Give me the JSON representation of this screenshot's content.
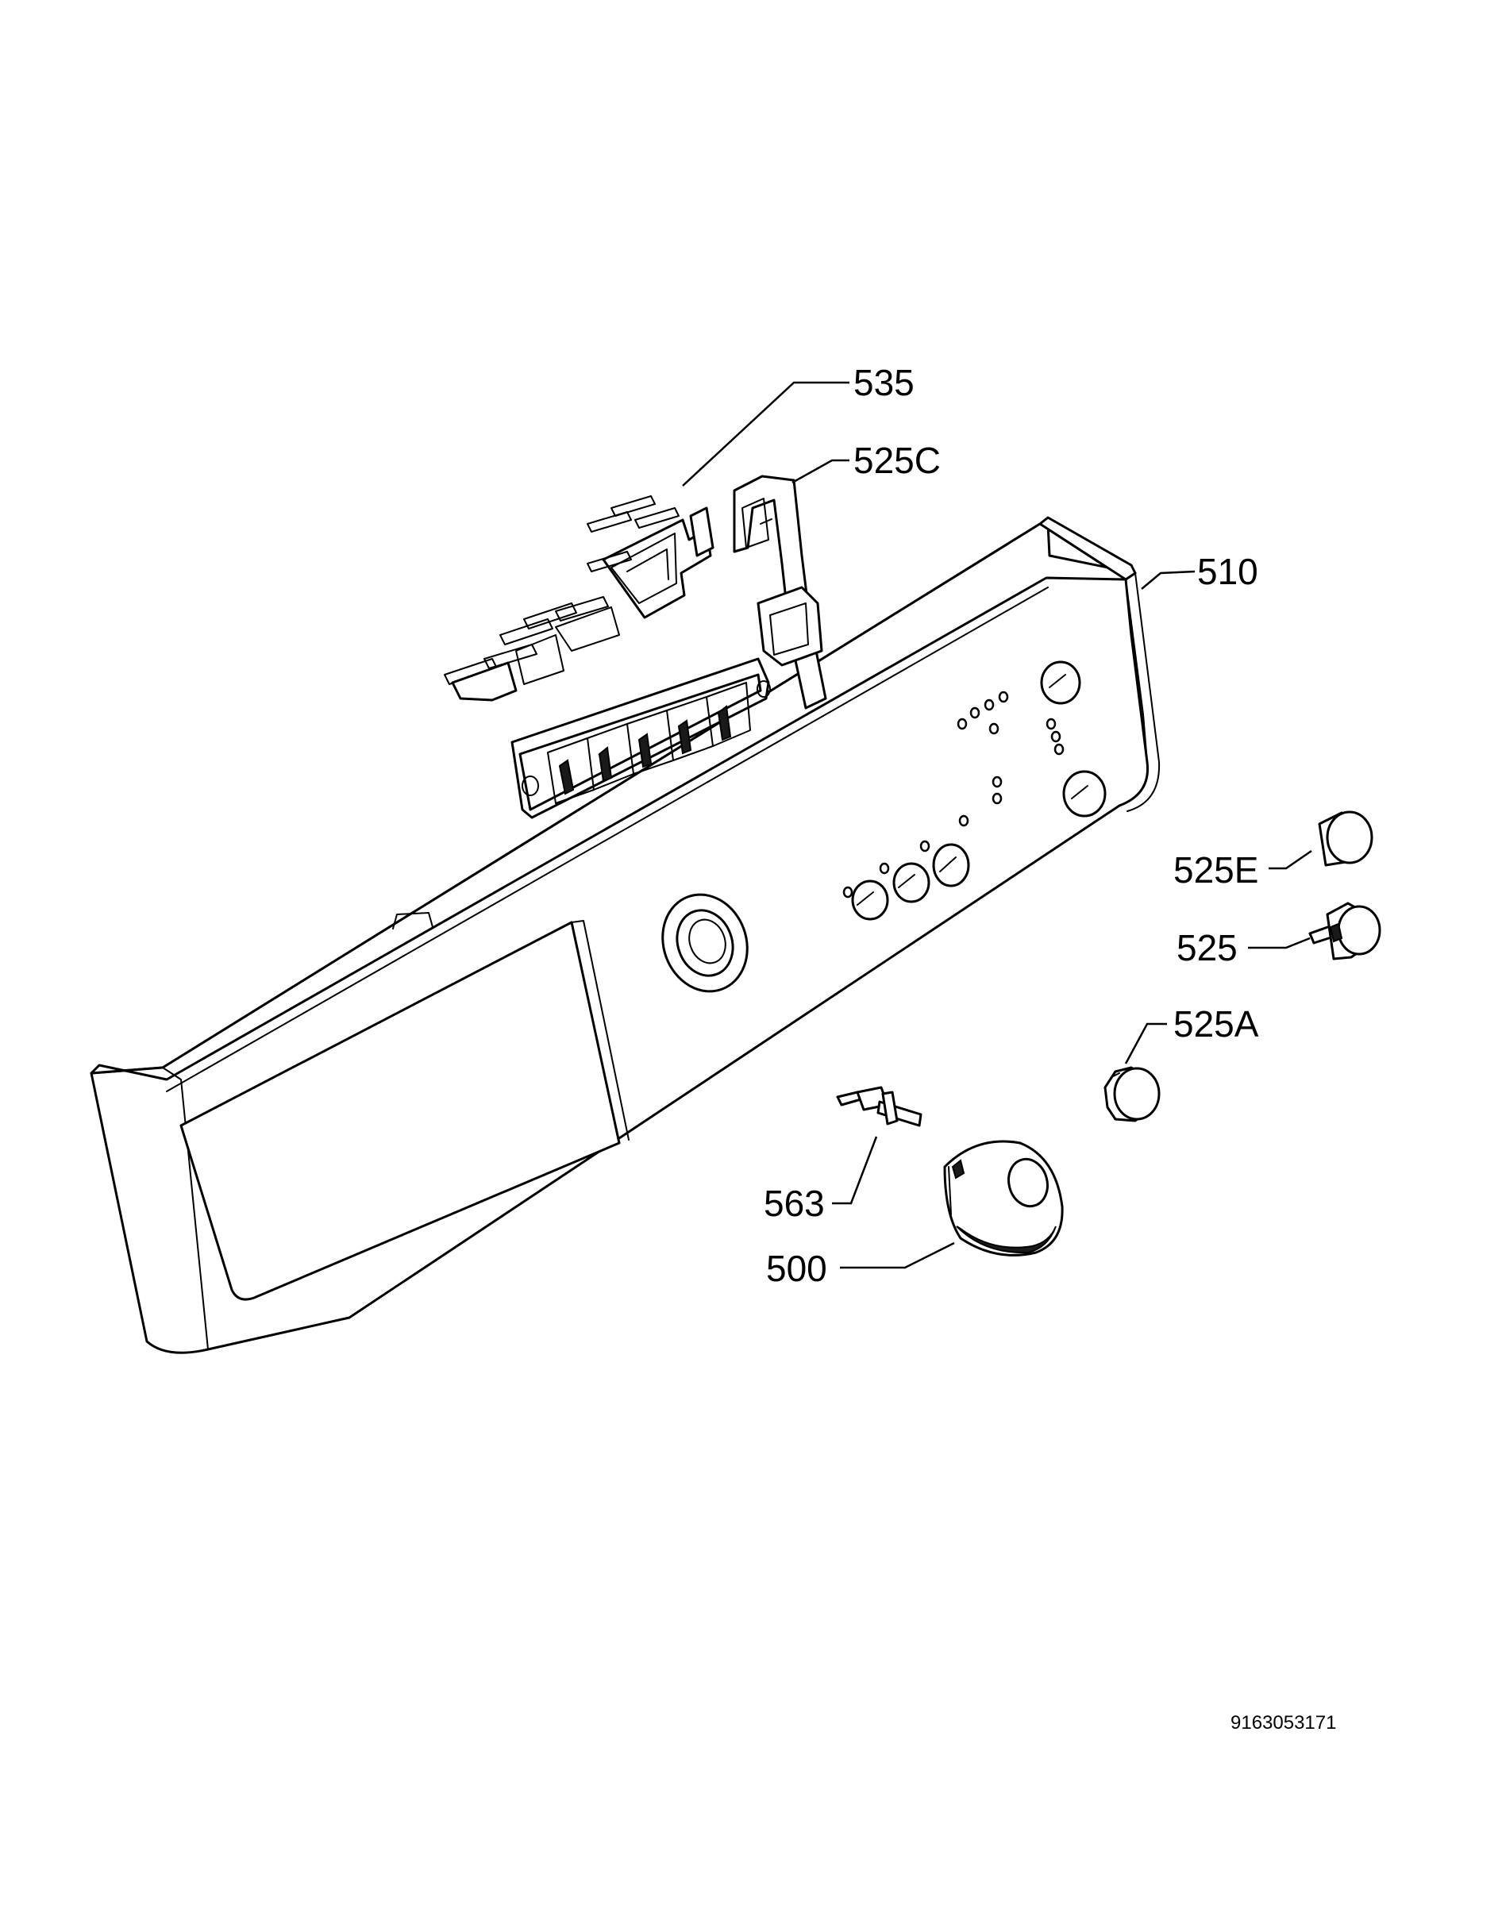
{
  "callouts": {
    "c535": "535",
    "c525C": "525C",
    "c510": "510",
    "c525E": "525E",
    "c525": "525",
    "c525A": "525A",
    "c563": "563",
    "c500": "500"
  },
  "document_number": "9163053171"
}
